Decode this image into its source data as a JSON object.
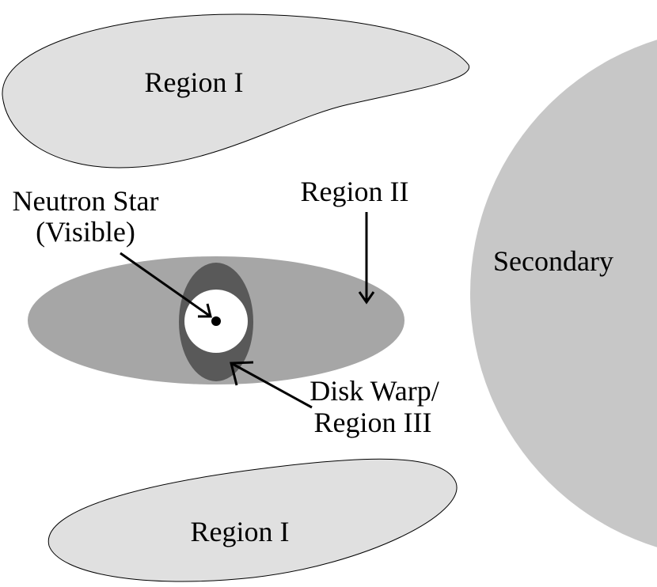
{
  "labels": {
    "region_i_top": "Region I",
    "region_i_bottom": "Region I",
    "region_ii": "Region II",
    "neutron_star_line1": "Neutron Star",
    "neutron_star_line2": "(Visible)",
    "secondary": "Secondary",
    "disk_warp_line1": "Disk Warp/",
    "disk_warp_line2": "Region III"
  },
  "colors": {
    "region_i_fill": "#e0e0e0",
    "disk_fill": "#a6a6a6",
    "warp_fill": "#595959",
    "secondary_fill": "#c7c7c7",
    "star_fill": "#ffffff",
    "outline": "#000000"
  }
}
